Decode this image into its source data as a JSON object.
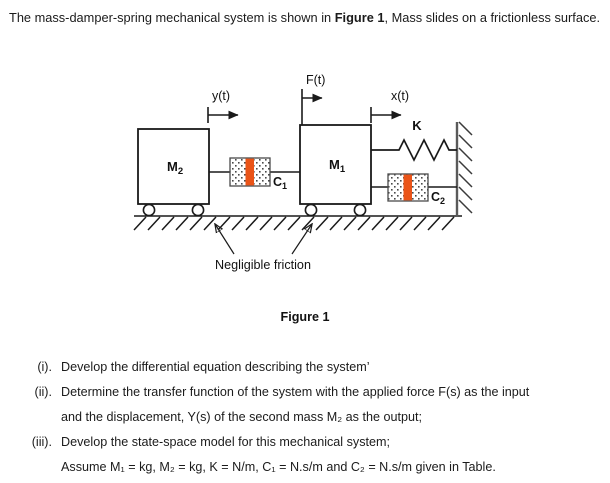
{
  "document": {
    "intro_before": "The mass-damper-spring mechanical system is shown in ",
    "intro_bold": "Figure 1",
    "intro_after": ", Mass slides on a frictionless surface.",
    "figure_caption": "Figure 1"
  },
  "figure": {
    "labels": {
      "mass_left": "M",
      "mass_left_sub": "2",
      "mass_right": "M",
      "mass_right_sub": "1",
      "damper_mid": "C",
      "damper_mid_sub": "1",
      "damper_right": "C",
      "damper_right_sub": "2",
      "spring": "K",
      "disp_left": "y(t)",
      "force": "F(t)",
      "disp_right": "x(t)",
      "friction_note": "Negligible friction"
    },
    "colors": {
      "damper_piston": "#EA5418",
      "stroke": "#1a1a1a",
      "ground": "#1a1a1a",
      "wall": "#555555",
      "box_fill": "#ffffff"
    }
  },
  "questions": [
    {
      "num": "(i).",
      "lines": [
        "Develop the differential equation describing the system’"
      ]
    },
    {
      "num": "(ii).",
      "lines": [
        "Determine the transfer function of the system with the applied force F(s) as the input",
        "and the displacement, Y(s) of the second mass M₂ as the output;"
      ]
    },
    {
      "num": "(iii).",
      "lines": [
        "Develop the state-space model for this mechanical system;",
        "Assume M₁ = kg, M₂ = kg, K = N/m, C₁ = N.s/m and C₂ = N.s/m given in Table."
      ]
    }
  ]
}
